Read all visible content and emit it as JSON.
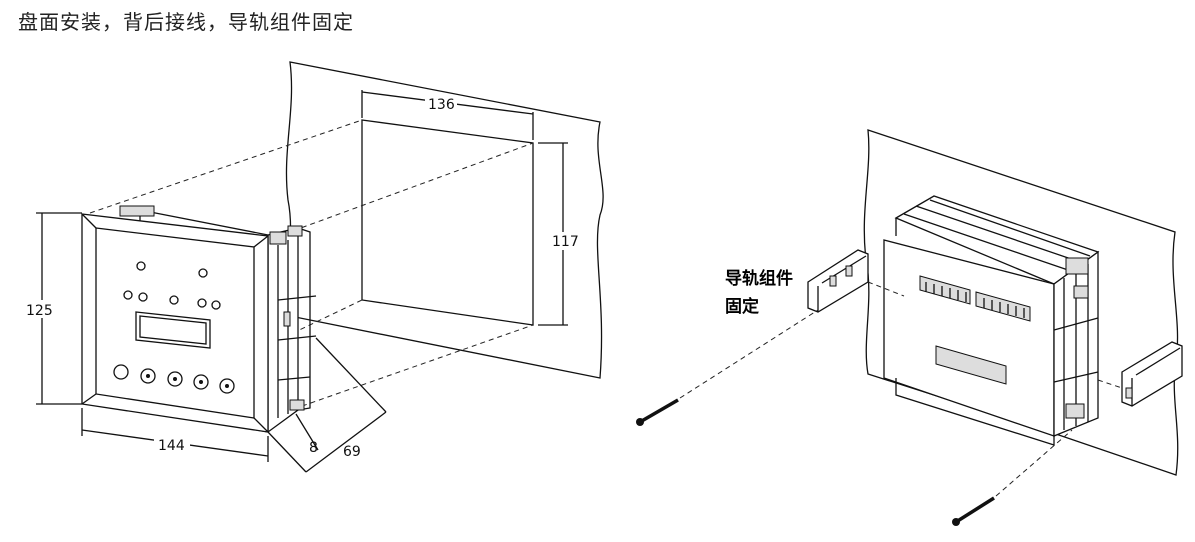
{
  "heading": "盘面安装，背后接线，导轨组件固定",
  "dimensions": {
    "cutout_width": "136",
    "cutout_height": "117",
    "panel_height": "125",
    "panel_width": "144",
    "front_depth": "8",
    "body_depth": "69"
  },
  "callout": {
    "line1": "导轨组件",
    "line2": "固定"
  }
}
